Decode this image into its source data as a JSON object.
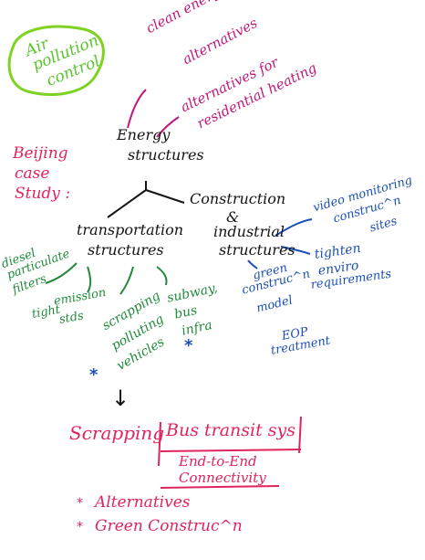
{
  "colors": {
    "title_box": "#7ed321",
    "black_ink": "#141414",
    "green_ink": "#1f8a3a",
    "blue_ink": "#1b4fb5",
    "magenta_ink": "#c2177a",
    "red_ink": "#e0245e"
  },
  "title": {
    "line1": "Air",
    "line2": "pollution",
    "line3": "control"
  },
  "case_study": {
    "line1": "Beijing",
    "line2": "case",
    "line3": "Study :"
  },
  "root": {
    "line1": "Energy",
    "line2": "structures"
  },
  "energy_branches": {
    "clean_line1": "clean energy",
    "clean_line2": "alternatives",
    "res_line1": "alternatives for",
    "res_line2": "residential heating"
  },
  "transport": {
    "line1": "transportation",
    "line2": "structures"
  },
  "construction": {
    "line1": "Construction",
    "line2": "&",
    "line3": "industrial",
    "line4": "structures"
  },
  "transport_children": {
    "diesel_line1": "diesel",
    "diesel_line2": "particulate",
    "diesel_line3": "filters",
    "emission_line1": "tight",
    "emission_line2": "emission",
    "emission_line3": "stds",
    "scrap_line1": "scrapping",
    "scrap_line2": "polluting",
    "scrap_line3": "vehicles",
    "subway_line1": "subway,",
    "subway_line2": "bus",
    "subway_line3": "infra",
    "star": "*"
  },
  "construction_children": {
    "video_line1": "video monitoring",
    "video_line2": "construc^n",
    "video_line3": "sites",
    "green_line1": "green",
    "green_line2": "construc^n",
    "green_line3": "model",
    "tighten_line1": "tighten",
    "tighten_line2": "enviro",
    "tighten_line3": "requirements",
    "eop_line1": "EOP",
    "eop_line2": "treatment"
  },
  "bottom": {
    "arrow": "↓",
    "scrapping": "Scrapping",
    "bus_transit": "Bus transit sys",
    "end_line1": "End-to-End",
    "end_line2": "Connectivity",
    "alt_bullet": "*",
    "alt_text": "Alternatives",
    "green_bullet": "*",
    "green_text": "Green Construc^n"
  }
}
